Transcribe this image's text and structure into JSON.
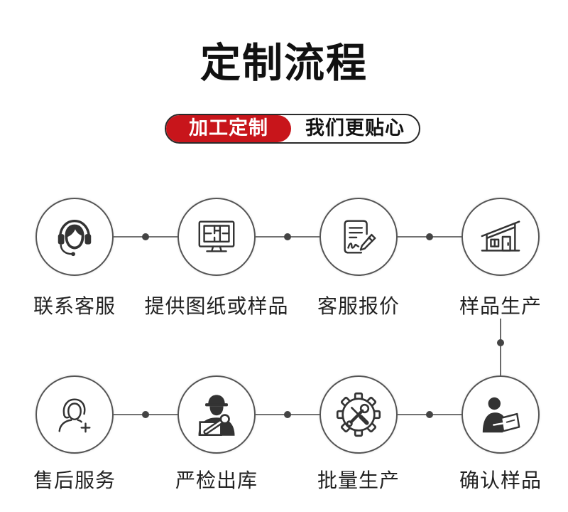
{
  "title": "定制流程",
  "badge": {
    "primary": "加工定制",
    "secondary": "我们更贴心"
  },
  "steps": [
    {
      "label": "联系客服",
      "icon": "headset-icon"
    },
    {
      "label": "提供图纸或样品",
      "icon": "monitor-drawing-icon"
    },
    {
      "label": "客服报价",
      "icon": "document-signature-icon"
    },
    {
      "label": "样品生产",
      "icon": "house-icon"
    },
    {
      "label": "确认样品",
      "icon": "person-clipboard-icon"
    },
    {
      "label": "批量生产",
      "icon": "gear-tools-icon"
    },
    {
      "label": "严检出库",
      "icon": "worker-wrench-icon"
    },
    {
      "label": "售后服务",
      "icon": "customer-service-plus-icon"
    }
  ],
  "colors": {
    "accent": "#c8151b",
    "title_text": "#111111",
    "label_text": "#222222",
    "connector": "#444444",
    "circle_border": "#555555",
    "icon": "#333333"
  }
}
